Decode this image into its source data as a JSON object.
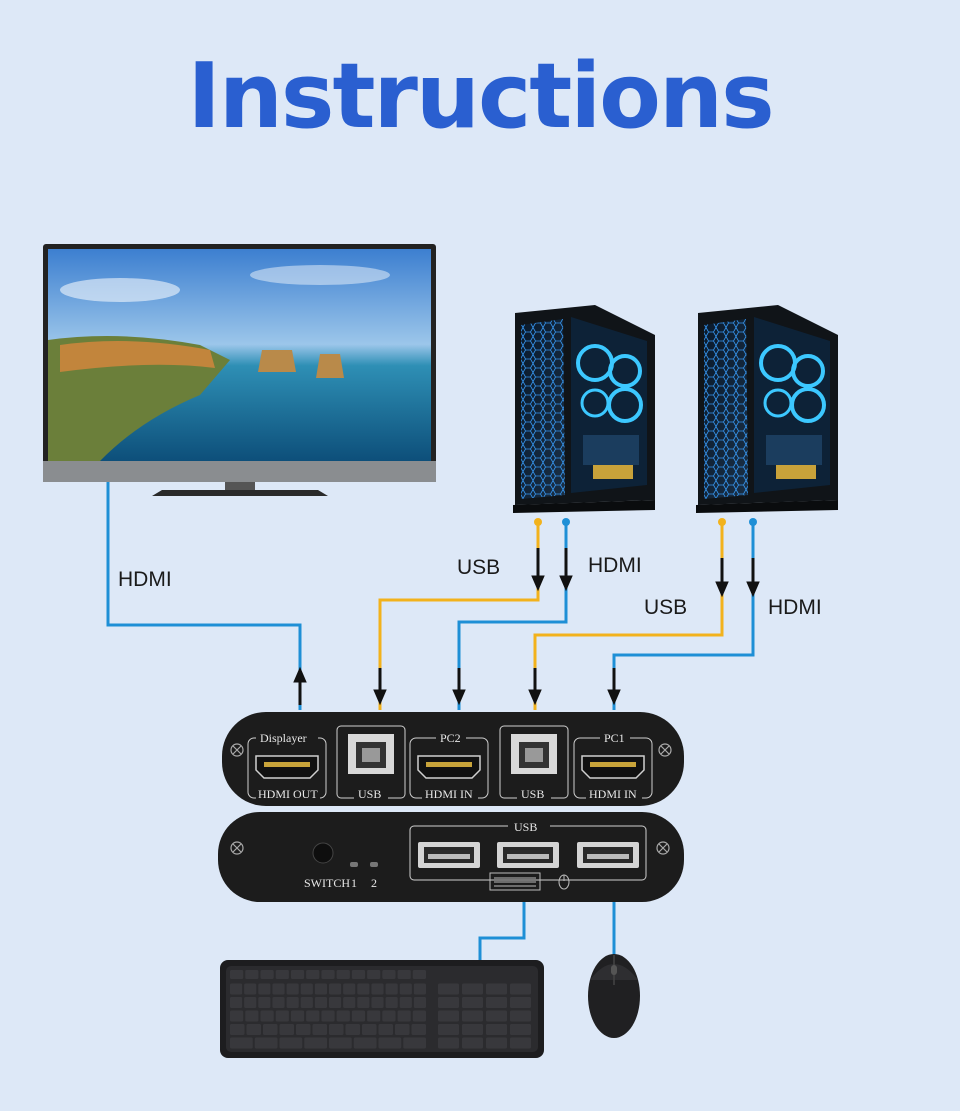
{
  "title": "Instructions",
  "cable_labels": {
    "display_hdmi": "HDMI",
    "pc2_usb": "USB",
    "pc2_hdmi": "HDMI",
    "pc1_usb": "USB",
    "pc1_hdmi": "HDMI"
  },
  "kvm_front": {
    "displayer": "Displayer",
    "hdmi_out": "HDMI OUT",
    "usb_a": "USB",
    "pc2": "PC2",
    "hdmi_in_a": "HDMI IN",
    "usb_b": "USB",
    "pc1": "PC1",
    "hdmi_in_b": "HDMI IN"
  },
  "kvm_back": {
    "usb": "USB",
    "switch": "SWITCH",
    "led1": "1",
    "led2": "2"
  },
  "colors": {
    "background": "#dde8f7",
    "title": "#2a5fd0",
    "hdmi_cable": "#1e8fd6",
    "usb_cable": "#f2b21c",
    "device_body": "#1c1c1c"
  },
  "icons": [
    "tv-monitor-icon",
    "pc-tower-icon",
    "kvm-switch-icon",
    "keyboard-icon",
    "mouse-icon",
    "arrow-icon"
  ]
}
